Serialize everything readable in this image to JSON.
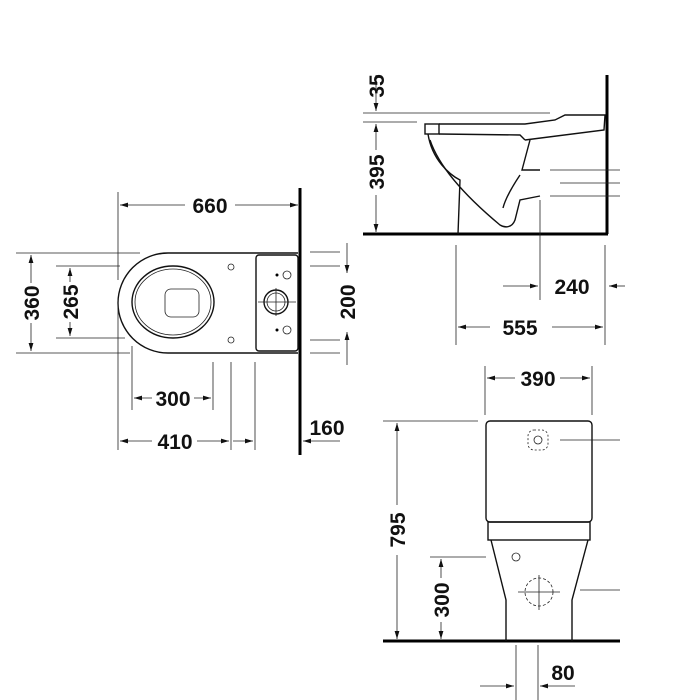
{
  "drawing": {
    "top_view": {
      "width_660": "660",
      "width_360": "360",
      "seat_265": "265",
      "to_300": "300",
      "to_410": "410",
      "wall_160": "160",
      "inlet_200": "200"
    },
    "side_view": {
      "seat_35": "35",
      "height_395": "395",
      "outlet_240": "240",
      "depth_555": "555"
    },
    "front_view": {
      "width_390": "390",
      "height_795": "795",
      "outlet_300": "300",
      "offset_80": "80"
    }
  }
}
